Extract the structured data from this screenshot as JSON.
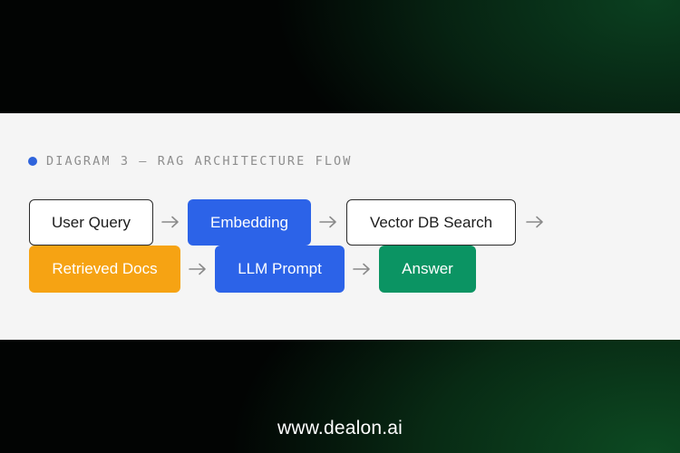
{
  "diagram": {
    "label": "DIAGRAM 3 — RAG ARCHITECTURE FLOW",
    "nodes": [
      {
        "label": "User Query",
        "style": "outline"
      },
      {
        "label": "Embedding",
        "style": "filled",
        "color": "#2c63e8"
      },
      {
        "label": "Vector DB Search",
        "style": "outline"
      },
      {
        "label": "Retrieved Docs",
        "style": "filled",
        "color": "#f6a313"
      },
      {
        "label": "LLM Prompt",
        "style": "filled",
        "color": "#2c63e8"
      },
      {
        "label": "Answer",
        "style": "filled",
        "color": "#0b9463"
      }
    ],
    "edges": [
      {
        "from": "User Query",
        "to": "Embedding"
      },
      {
        "from": "Embedding",
        "to": "Vector DB Search"
      },
      {
        "from": "Vector DB Search",
        "to": "Retrieved Docs"
      },
      {
        "from": "Retrieved Docs",
        "to": "LLM Prompt"
      },
      {
        "from": "LLM Prompt",
        "to": "Answer"
      }
    ],
    "colors": {
      "accent_dot": "#2f64dc",
      "panel_background": "#f5f5f5",
      "arrow": "#8a8a8a"
    }
  },
  "footer": {
    "website": "www.dealon.ai"
  }
}
